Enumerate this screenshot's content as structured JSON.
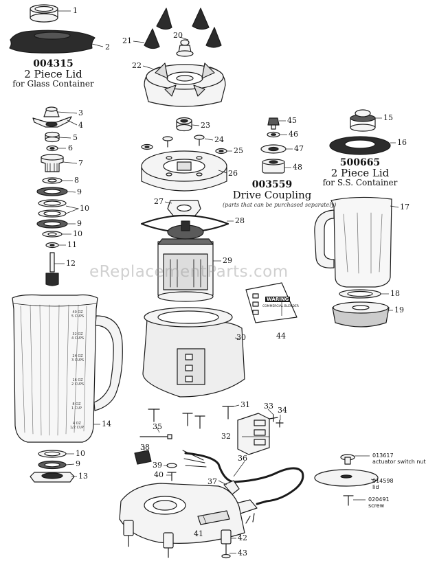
{
  "colors": {
    "line": "#1a1a1a",
    "part_fill": "#f4f4f4",
    "dark_part": "#2c2c2c",
    "watermark": "#9a9a9a"
  },
  "watermark": "eReplacementParts.com",
  "lid_group_004315": {
    "part_number": "004315",
    "name": "2 Piece Lid",
    "note": "for Glass Container"
  },
  "lid_group_500665": {
    "part_number": "500665",
    "name": "2 Piece Lid",
    "note": "for S.S. Container"
  },
  "drive_coupling_group": {
    "part_number": "003559",
    "name": "Drive Coupling",
    "note": "(parts that can be purchased separately)"
  },
  "callouts": [
    "1",
    "2",
    "3",
    "4",
    "5",
    "6",
    "7",
    "8",
    "9",
    "10",
    "9",
    "10",
    "11",
    "12",
    "14",
    "10",
    "9",
    "13",
    "15",
    "16",
    "17",
    "18",
    "19",
    "20",
    "21",
    "22",
    "23",
    "24",
    "25",
    "26",
    "27",
    "28",
    "29",
    "30",
    "31",
    "32",
    "33",
    "34",
    "35",
    "36",
    "37",
    "38",
    "39",
    "40",
    "41",
    "42",
    "43",
    "44",
    "45",
    "46",
    "47",
    "48"
  ],
  "code_parts": [
    {
      "code": "013617",
      "desc": "actuator switch nut"
    },
    {
      "code": "014598",
      "desc": "lid"
    },
    {
      "code": "020491",
      "desc": "screw"
    }
  ],
  "jar_markings": [
    {
      "oz": "40 OZ",
      "cups": "5 CUPS"
    },
    {
      "oz": "32 OZ",
      "cups": "4 CUPS"
    },
    {
      "oz": "24 OZ",
      "cups": "3 CUPS"
    },
    {
      "oz": "16 OZ",
      "cups": "2 CUPS"
    },
    {
      "oz": "8 OZ",
      "cups": "1 CUP"
    },
    {
      "oz": "4 OZ",
      "cups": "1/2 CUP"
    }
  ],
  "sticker": {
    "brand": "WARING",
    "line": "COMMERCIAL BLENDER"
  }
}
